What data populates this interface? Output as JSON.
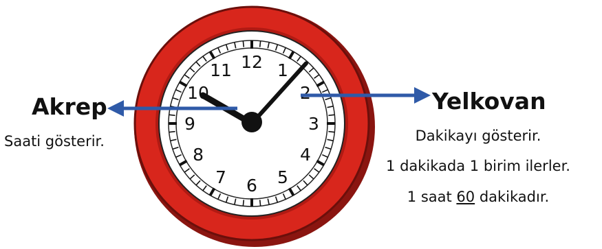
{
  "clock": {
    "numerals": [
      "12",
      "1",
      "2",
      "3",
      "4",
      "5",
      "6",
      "7",
      "8",
      "9",
      "10",
      "11"
    ],
    "hour_hand_points_to": 10,
    "minute_hand_points_to_minute": 7,
    "colors": {
      "rim": "#d8261c",
      "rim_dark": "#8a1510",
      "face": "#ffffff",
      "hands": "#111111",
      "arrow": "#2f5aa8"
    }
  },
  "labels": {
    "akrep": {
      "title": "Akrep",
      "desc": "Saati gösterir."
    },
    "yelkovan": {
      "title": "Yelkovan",
      "desc1": "Dakikayı gösterir.",
      "desc2": "1 dakikada 1 birim ilerler.",
      "desc3_pre": "1 saat ",
      "desc3_num": "60",
      "desc3_post": " dakikadır."
    }
  }
}
